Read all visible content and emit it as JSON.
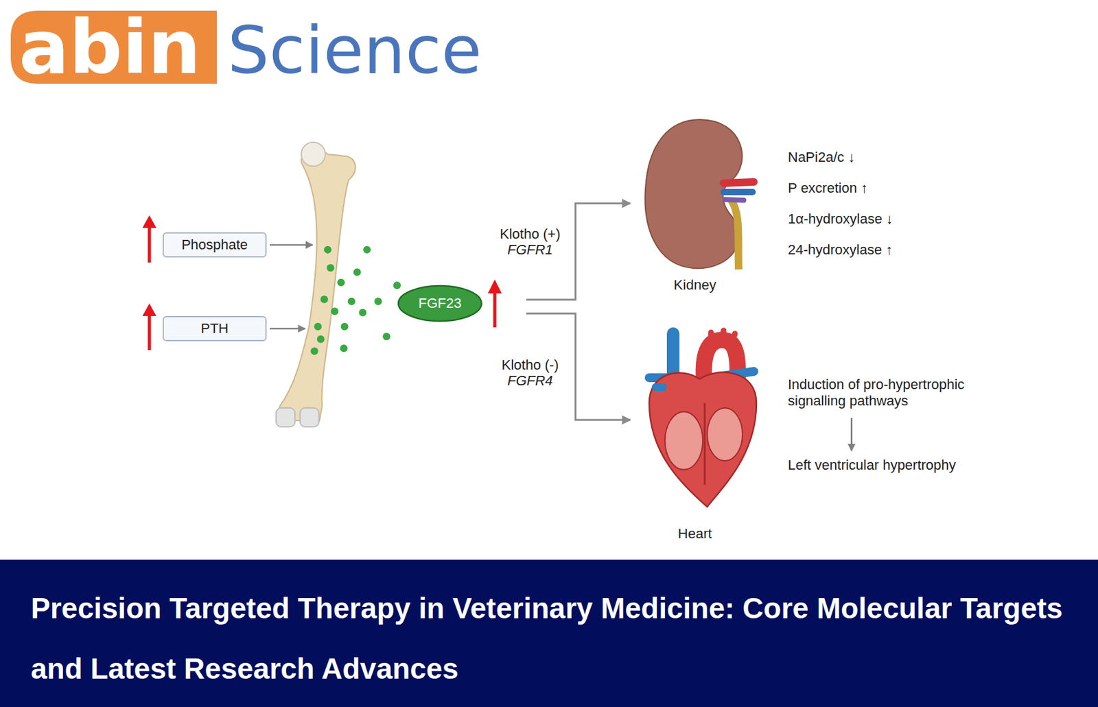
{
  "diagram": {
    "title": "Precision Targeted Therapy in Veterinary Medicine: Core Molecular Targets and Latest Research Advances",
    "nodes": [
      {
        "text": [
          "Phosphate"
        ]
      },
      {
        "text": [
          "PTH"
        ]
      },
      {
        "text": [
          "FGF23"
        ]
      },
      {
        "text": [
          "Kidney"
        ]
      },
      {
        "text": [
          "Heart"
        ]
      }
    ],
    "edges": [
      {
        "from": 2,
        "to": 3,
        "arrow": "to"
      },
      {
        "from": 2,
        "to": 4,
        "arrow": "to"
      }
    ],
    "labels": [
      "abin",
      "Science",
      "Klotho (+)",
      "FGFR1",
      "Klotho (-)",
      "FGFR4",
      "NaPi2a/c ↓",
      "P excretion ↑",
      "1α-hydroxylase ↓",
      "24-hydroxylase ↑",
      "Induction of pro-hypertrophic signalling pathways",
      "Left ventricular hypertrophy"
    ]
  }
}
